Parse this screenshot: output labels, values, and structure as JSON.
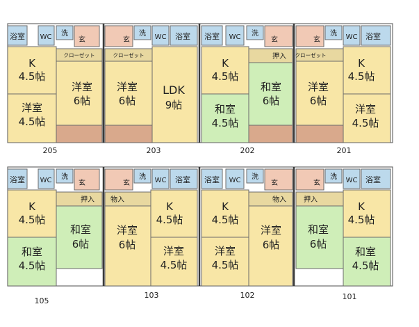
{
  "colors": {
    "western": "#f8e6a6",
    "japanese": "#cfeeb8",
    "wet": "#bcd9ec",
    "entry": "#f1c9b5",
    "closet": "#e8d8a0",
    "hall": "#ffffff",
    "wall": "#6b6b6b",
    "thick_wall": "#3a3a3a",
    "balcony": "#d9a98c"
  },
  "labels": {
    "bath": "浴室",
    "wc": "WC",
    "wash": "洗",
    "entrance": "玄",
    "closet": "クローゼット",
    "oshiire": "押入",
    "monoire": "物入",
    "k": "K",
    "youshitsu": "洋室",
    "washitsu": "和室",
    "ldk": "LDK",
    "size_45": "4.5帖",
    "size_6": "6帖",
    "size_9": "9帖"
  },
  "units": {
    "u205": "205",
    "u203": "203",
    "u202": "202",
    "u201": "201",
    "u105": "105",
    "u103": "103",
    "u102": "102",
    "u101": "101"
  }
}
